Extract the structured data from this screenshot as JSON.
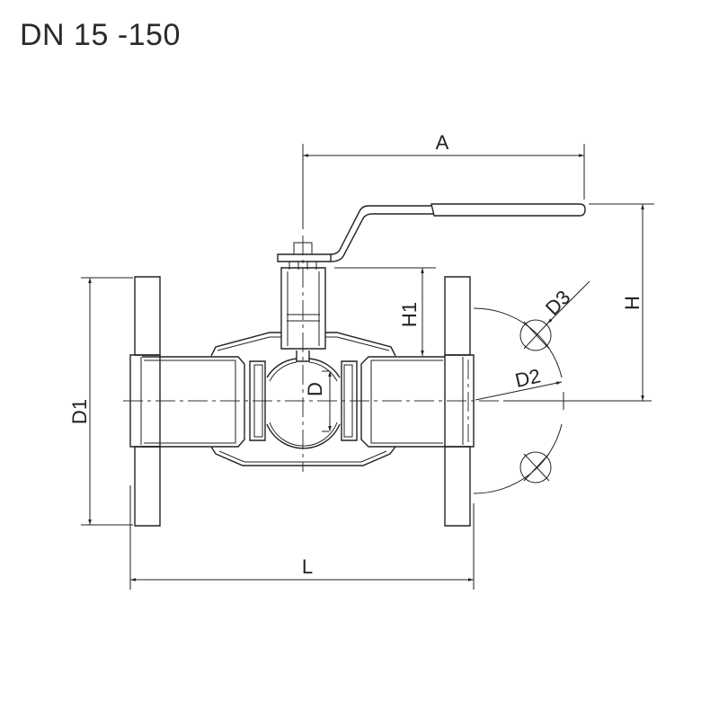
{
  "title": "DN 15 -150",
  "dimensions": {
    "A": "A",
    "H": "H",
    "H1": "H1",
    "D": "D",
    "D1": "D1",
    "D2": "D2",
    "D3": "D3",
    "L": "L"
  }
}
